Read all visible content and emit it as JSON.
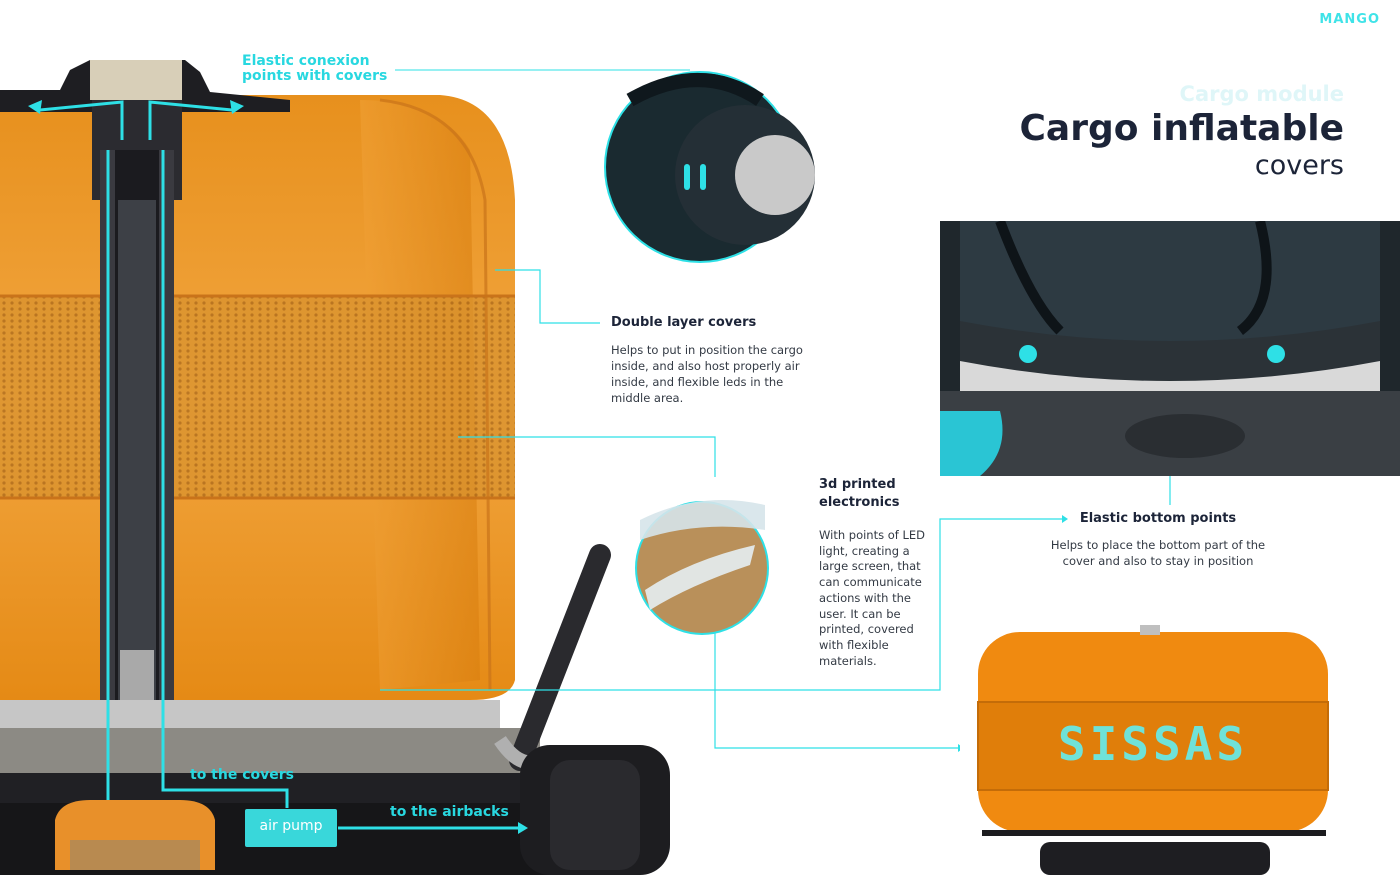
{
  "brand": "MANGO",
  "header": {
    "kicker": "Cargo module",
    "title": "Cargo inflatable",
    "subtitle": "covers"
  },
  "callouts": {
    "elastic_conexion": "Elastic conexion points with covers",
    "double_layer": {
      "title": "Double layer covers",
      "desc": "Helps to put in position the cargo inside, and also host properly air inside, and flexible leds in the middle area."
    },
    "printed_electronics": {
      "title": "3d printed electronics",
      "desc": "With points of LED light, creating a large screen, that can communicate actions with the user. It can be printed, covered with flexible materials."
    },
    "elastic_bottom": {
      "title": "Elastic bottom points",
      "desc": "Helps to place the bottom part of the cover and also to stay in position"
    }
  },
  "flow_labels": {
    "to_covers": "to the covers",
    "air_pump": "air pump",
    "to_airbacks": "to the airbacks"
  },
  "led_display_text": "SISSAS",
  "colors": {
    "accent": "#28d8e0",
    "orange": "#f08a10",
    "dark": "#1c2438"
  }
}
